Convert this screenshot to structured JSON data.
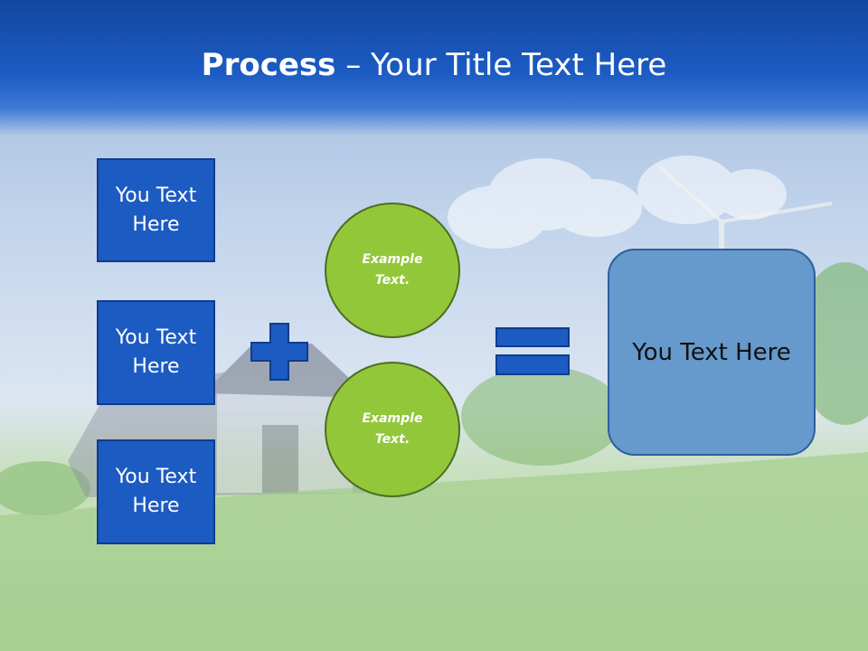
{
  "title": {
    "bold": "Process",
    "separator": " – ",
    "rest": "Your Title Text Here"
  },
  "inputs": [
    {
      "label": "You Text Here"
    },
    {
      "label": "You Text Here"
    },
    {
      "label": "You Text Here"
    }
  ],
  "examples": [
    {
      "label": "Example Text."
    },
    {
      "label": "Example Text."
    }
  ],
  "result": {
    "label": "You Text Here"
  },
  "operators": {
    "plus": "plus-icon",
    "equals": "equals-icon"
  },
  "colors": {
    "header": "#1c5cc4",
    "input_box": "#1c5bc2",
    "circle": "#93c73a",
    "result_box": "#6699cc",
    "operator": "#1c5bc2"
  }
}
